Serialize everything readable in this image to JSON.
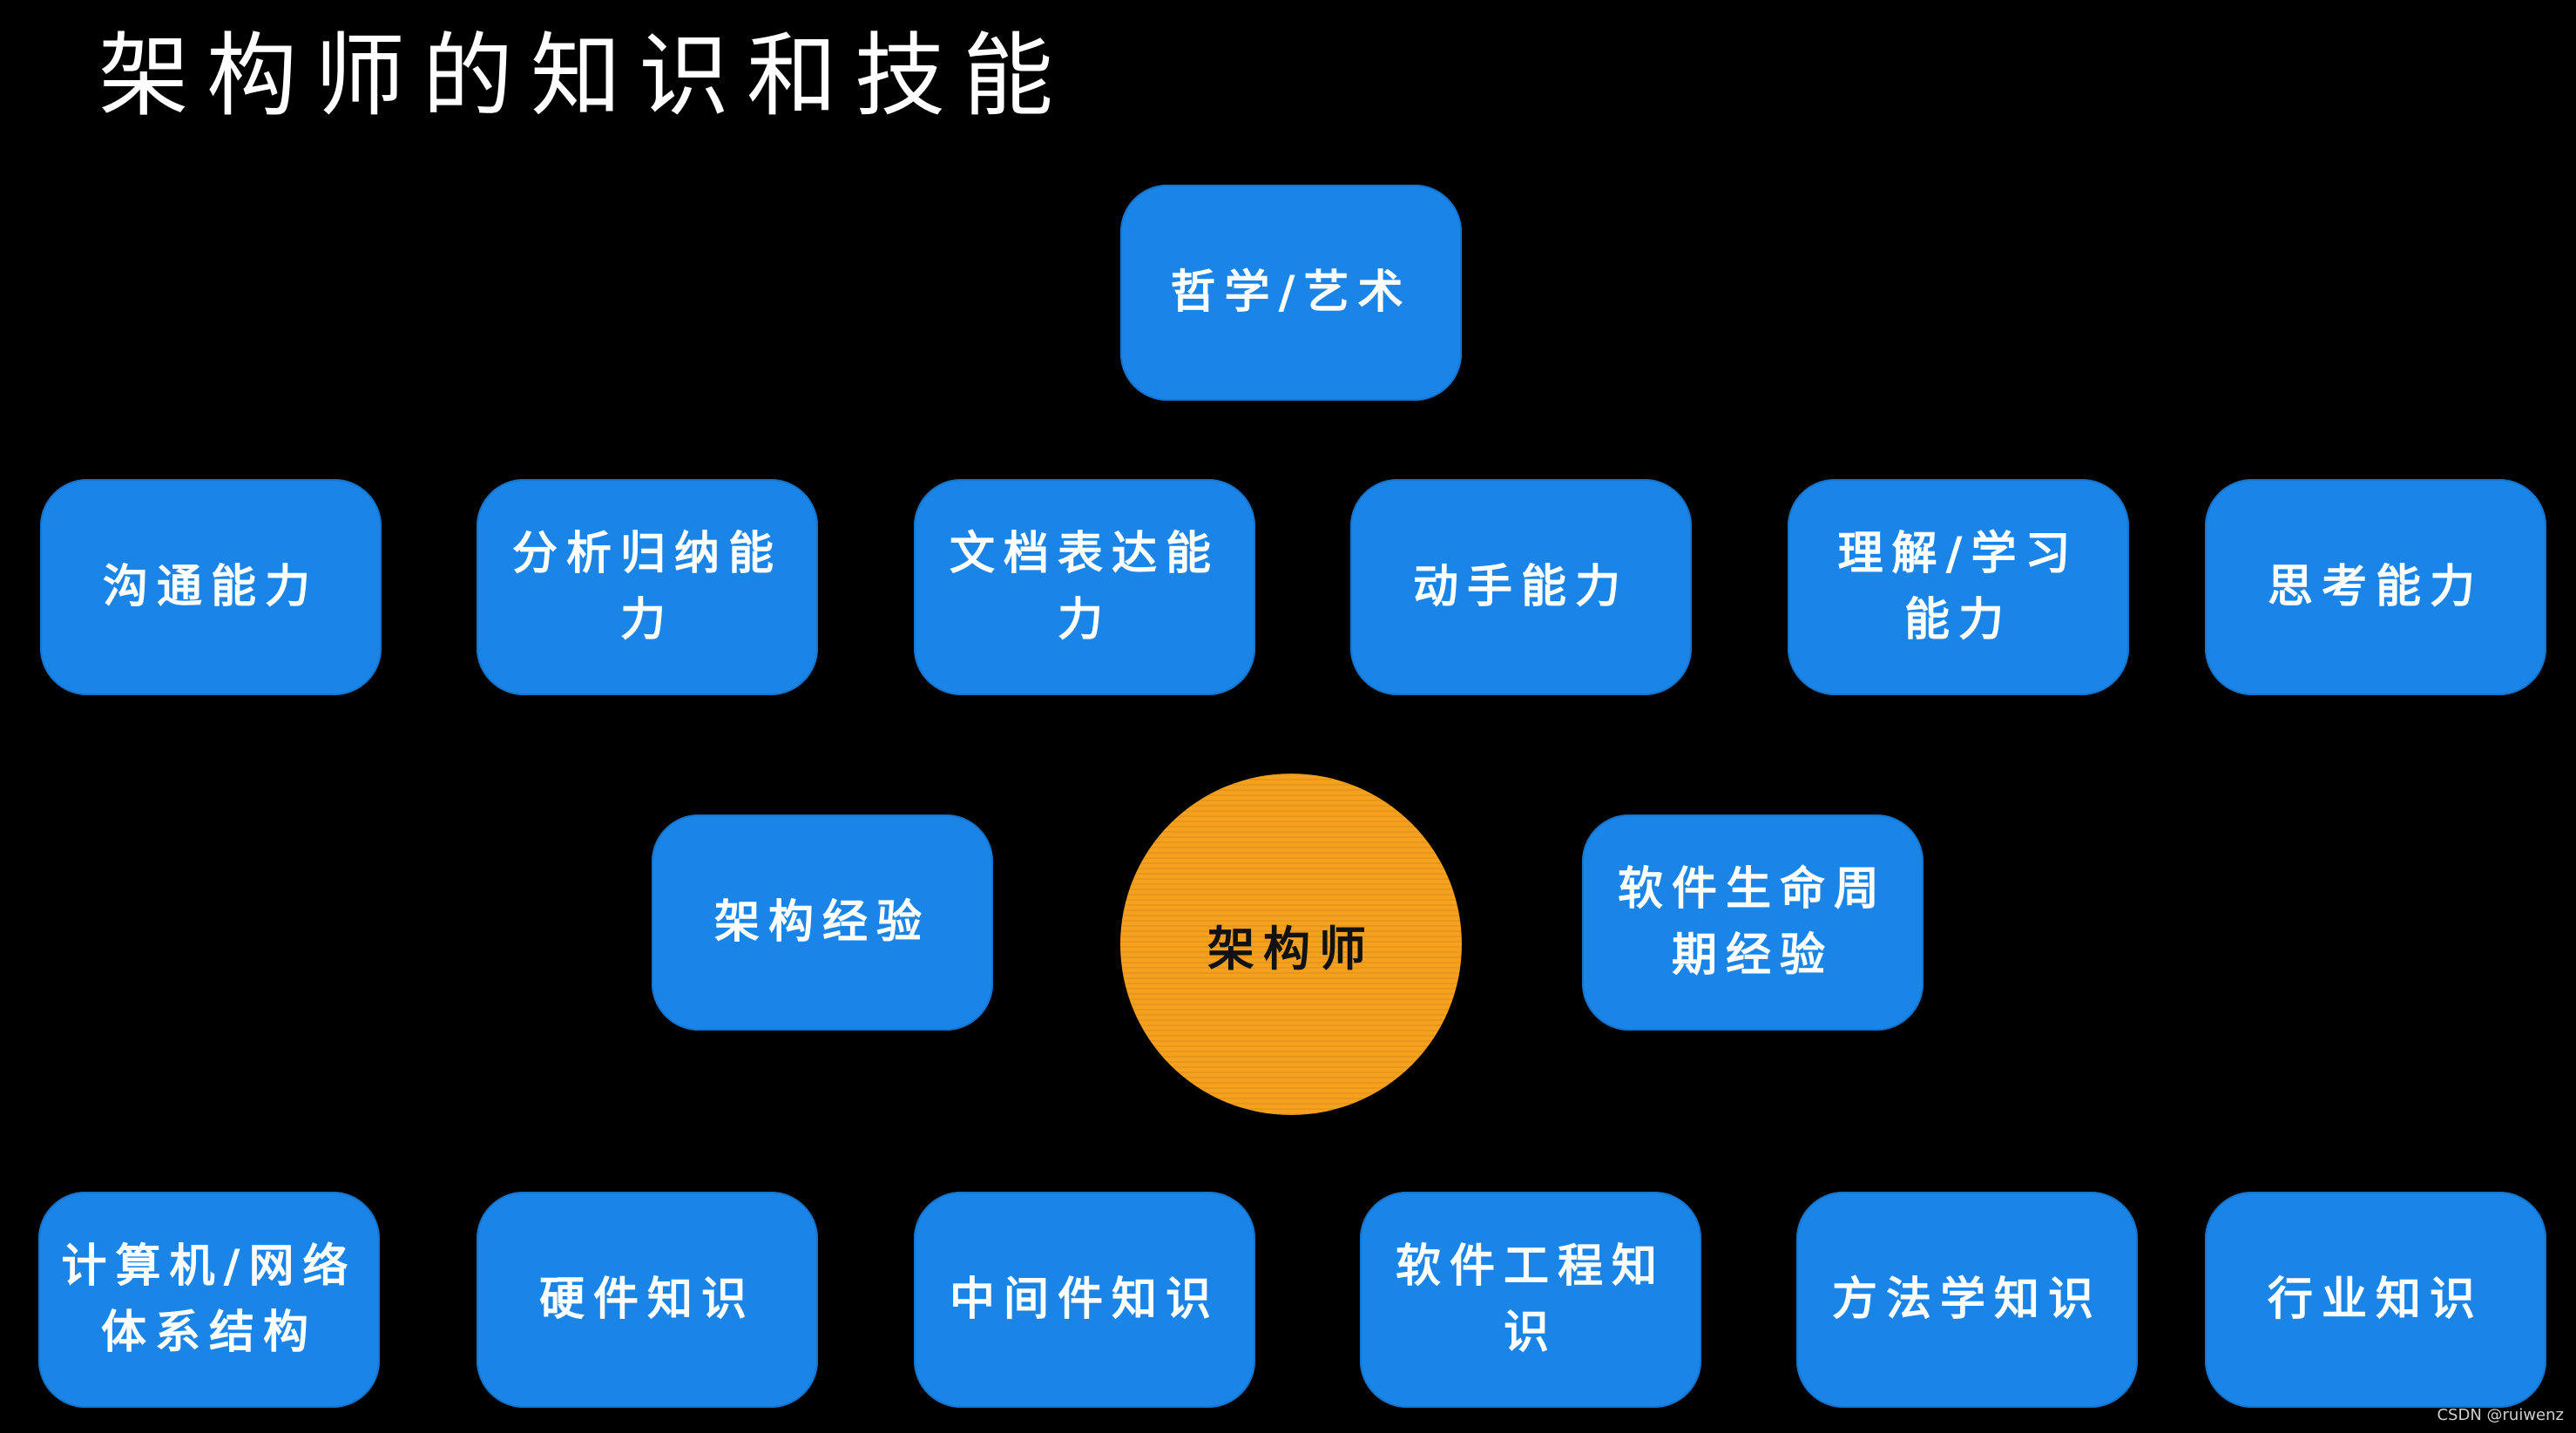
{
  "title": "架构师的知识和技能",
  "colors": {
    "background": "#000000",
    "node_fill": "#1a85e6",
    "center_fill": "#f5a11e",
    "node_text": "#ffffff",
    "center_text": "#111111"
  },
  "top_node": {
    "label": "哲学/艺术"
  },
  "abilities": [
    {
      "label": "沟通能力"
    },
    {
      "label": "分析归纳能力"
    },
    {
      "label": "文档表达能力"
    },
    {
      "label": "动手能力"
    },
    {
      "label": "理解/学习能力"
    },
    {
      "label": "思考能力"
    }
  ],
  "center": {
    "label": "架构师"
  },
  "experience": {
    "left": "架构经验",
    "right": "软件生命周期经验"
  },
  "knowledge": [
    {
      "label": "计算机/网络体系结构"
    },
    {
      "label": "硬件知识"
    },
    {
      "label": "中间件知识"
    },
    {
      "label": "软件工程知识"
    },
    {
      "label": "方法学知识"
    },
    {
      "label": "行业知识"
    }
  ],
  "credit": "CSDN @ruiwenz"
}
